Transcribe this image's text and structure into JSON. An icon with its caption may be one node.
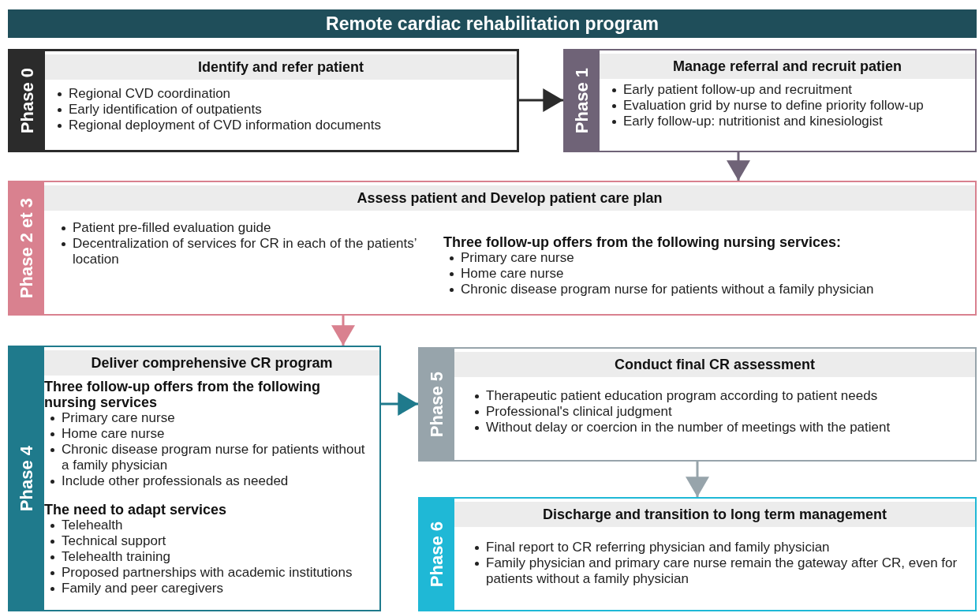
{
  "diagram": {
    "title": "Remote cardiac rehabilitation program",
    "nodes": [
      {
        "text": [
          "Phase 0",
          "Identify and refer patient",
          "Regional CVD coordination",
          "Early identification of outpatients",
          "Regional deployment of CVD information documents"
        ]
      },
      {
        "text": [
          "Phase 1",
          "Manage referral and recruit patien",
          "Early patient follow-up and recruitment",
          "Evaluation grid by nurse to define priority follow-up",
          "Early follow-up: nutritionist and kinesiologist"
        ]
      },
      {
        "text": [
          "Phase 2 et 3",
          "Assess patient and Develop patient care plan",
          "Patient pre-filled evaluation guide",
          "Decentralization of services for CR in each of the patients’ location",
          "Three follow-up offers from the following nursing services:",
          "Primary care nurse",
          "Home care nurse",
          "Chronic disease program nurse for patients without a family physician"
        ]
      },
      {
        "text": [
          "Phase 4",
          "Deliver comprehensive CR program",
          "Three follow-up offers from the following nursing services",
          "Primary care nurse",
          "Home care nurse",
          "Chronic disease program nurse for patients without a family physician",
          "Include other professionals as needed",
          "The need to adapt services",
          "Telehealth",
          "Technical support",
          "Telehealth training",
          "Proposed partnerships with academic institutions",
          "Family and peer caregivers"
        ]
      },
      {
        "text": [
          "Phase 5",
          "Conduct final CR assessment",
          "Therapeutic patient education program according to patient needs",
          "Professional's clinical judgment",
          "Without delay or coercion in the number of meetings with the patient"
        ]
      },
      {
        "text": [
          "Phase 6",
          "Discharge and transition to long term management",
          "Final report to CR referring physician and family physician",
          "Family physician and primary care nurse remain the gateway after CR, even for patients without a family physician"
        ]
      }
    ],
    "edges": [
      {
        "from": 0,
        "to": 1,
        "arrow": "to",
        "color": "#2b2b2b"
      },
      {
        "from": 1,
        "to": 2,
        "arrow": "to",
        "color": "#6f6377"
      },
      {
        "from": 2,
        "to": 3,
        "arrow": "to",
        "color": "#d9818f"
      },
      {
        "from": 3,
        "to": 4,
        "arrow": "to",
        "color": "#1f7a8c"
      },
      {
        "from": 4,
        "to": 5,
        "arrow": "to",
        "color": "#97a4ab"
      }
    ]
  }
}
